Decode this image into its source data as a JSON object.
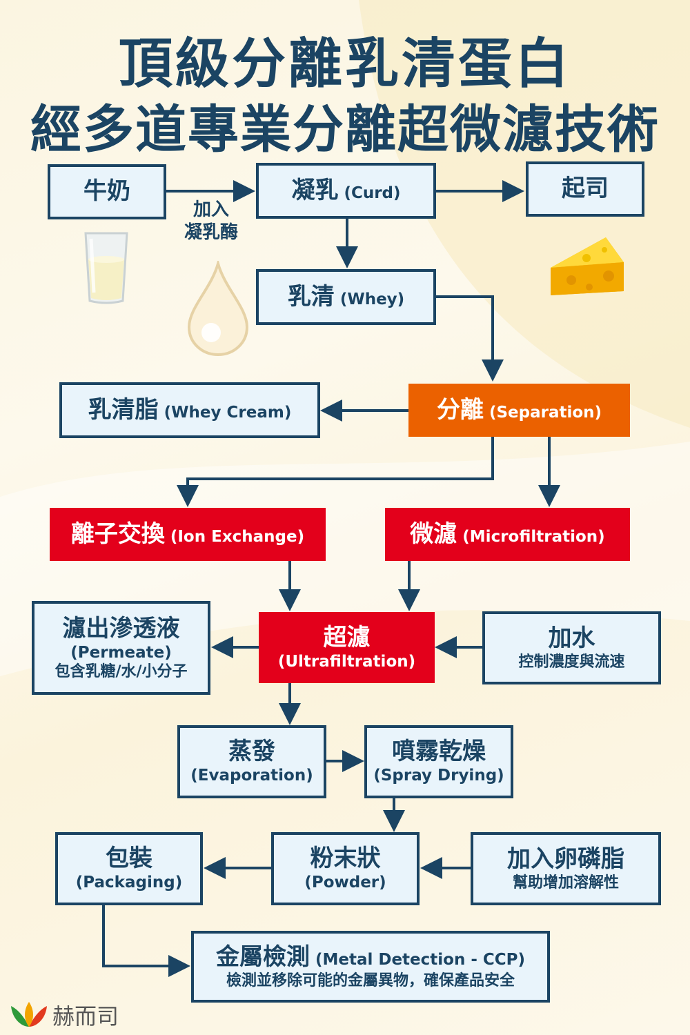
{
  "title_line1": "頂級分離乳清蛋白",
  "title_line2": "經多道專業分離超微濾技術",
  "milk": {
    "zh": "牛奶"
  },
  "rennet_label": {
    "line1": "加入",
    "line2": "凝乳酶"
  },
  "curd": {
    "zh": "凝乳",
    "en": "(Curd)"
  },
  "cheese": {
    "zh": "起司"
  },
  "whey": {
    "zh": "乳清",
    "en": "(Whey)"
  },
  "whey_cream": {
    "zh": "乳清脂",
    "en": "(Whey Cream)"
  },
  "separation": {
    "zh": "分離",
    "en": "(Separation)"
  },
  "ion_exchange": {
    "zh": "離子交換",
    "en": "(Ion Exchange)"
  },
  "microfiltration": {
    "zh": "微濾",
    "en": "(Microfiltration)"
  },
  "permeate": {
    "zh": "濾出滲透液",
    "en": "(Permeate)",
    "sub": "包含乳糖/水/小分子"
  },
  "ultrafiltration": {
    "zh": "超濾",
    "en": "(Ultrafiltration)"
  },
  "add_water": {
    "zh": "加水",
    "sub": "控制濃度與流速"
  },
  "evaporation": {
    "zh": "蒸發",
    "en": "(Evaporation)"
  },
  "spray_drying": {
    "zh": "噴霧乾燥",
    "en": "(Spray Drying)"
  },
  "packaging": {
    "zh": "包裝",
    "en": "(Packaging)"
  },
  "powder": {
    "zh": "粉末狀",
    "en": "(Powder)"
  },
  "lecithin": {
    "zh": "加入卵磷脂",
    "sub": "幫助增加溶解性"
  },
  "metal_detection": {
    "zh": "金屬檢測",
    "en": "(Metal Detection - CCP)",
    "sub": "檢測並移除可能的金屬異物，確保產品安全"
  },
  "logo": {
    "text": "赫而司"
  },
  "colors": {
    "navy": "#1b4463",
    "box_fill": "#e9f4fb",
    "red": "#e3001b",
    "orange": "#eb6100"
  },
  "icons": [
    "milk-glass-icon",
    "drop-icon",
    "cheese-icon",
    "leaf-logo-icon"
  ]
}
